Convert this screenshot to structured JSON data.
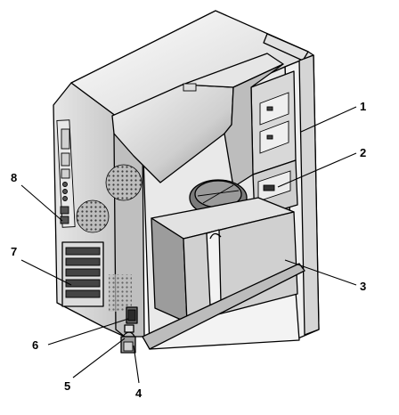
{
  "callouts": [
    {
      "id": "c1",
      "label": "1"
    },
    {
      "id": "c2",
      "label": "2"
    },
    {
      "id": "c3",
      "label": "3"
    },
    {
      "id": "c4",
      "label": "4"
    },
    {
      "id": "c5",
      "label": "5"
    },
    {
      "id": "c6",
      "label": "6"
    },
    {
      "id": "c7",
      "label": "7"
    },
    {
      "id": "c8",
      "label": "8"
    }
  ],
  "colors": {
    "outline": "#000000",
    "panel_light": "#f2f2f2",
    "panel_mid": "#d9d9d9",
    "panel_dark": "#a6a6a6",
    "shadow": "#7f7f7f"
  }
}
